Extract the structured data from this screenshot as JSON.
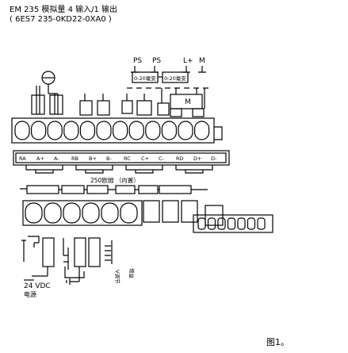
{
  "module": {
    "title": "EM 235 模拟量 4 输入/1 输出",
    "order_no": "( 6ES7 235-0KD22-0XA0 )"
  },
  "output_section": {
    "pin_labels": [
      "PS",
      "PS",
      "L+",
      "M"
    ],
    "range_boxes": [
      "0-20毫安",
      "0-20毫安"
    ],
    "m_label": "M"
  },
  "input_terminals": {
    "labels": [
      "RA",
      "A+",
      "A-",
      "RB",
      "B+",
      "B-",
      "RC",
      "C+",
      "C-",
      "RD",
      "D+",
      "D-"
    ]
  },
  "input_note": "250欧姆 （内置）",
  "legend_boxes": [
    "",
    "",
    "",
    "",
    "",
    ""
  ],
  "bottom": {
    "power_label": "24 VDC",
    "power_sub": "电源",
    "side_label_1": "V调节",
    "side_label_2": "增益"
  },
  "figure_caption": "图1。"
}
